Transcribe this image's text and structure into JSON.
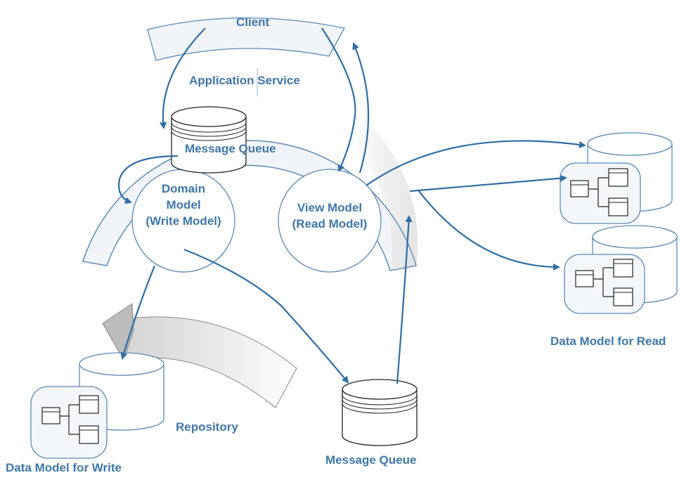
{
  "labels": {
    "client": "Client",
    "application_service": "Application Service",
    "message_queue_top": "Message Queue",
    "domain_model": [
      "Domain",
      "Model",
      "(Write Model)"
    ],
    "view_model": [
      "View Model",
      "(Read Model)"
    ],
    "repository": "Repository",
    "message_queue_bottom": "Message Queue",
    "data_model_write": "Data Model for Write",
    "data_model_read": "Data Model for Read"
  },
  "colors": {
    "accent": "#3f77a8",
    "stroke": "#2e6da4",
    "band_fill": "#eef3f8",
    "band_shade": "#d5d5d5",
    "db_fill": "#ffffff",
    "db_stroke": "#222222"
  }
}
